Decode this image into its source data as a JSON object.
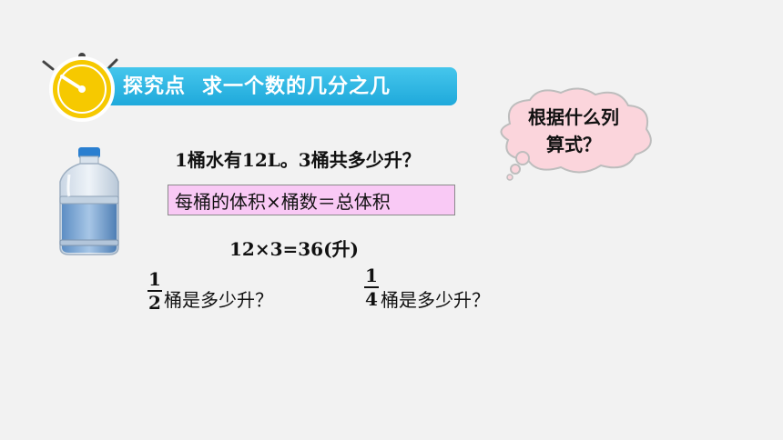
{
  "header": {
    "title_part1": "探究点",
    "title_part2": "求一个数的几分之几"
  },
  "bubble": {
    "line1": "根据什么列",
    "line2": "算式？"
  },
  "problem": {
    "question": "1桶水有12L。3桶共多少升？",
    "formula": "每桶的体积×桶数＝总体积",
    "calculation": "12×3=36(升)"
  },
  "subquestions": [
    {
      "numerator": "1",
      "denominator": "2",
      "text": "桶是多少升？"
    },
    {
      "numerator": "1",
      "denominator": "4",
      "text": "桶是多少升？"
    }
  ],
  "icons": [
    "alarm-clock-icon",
    "water-bottle-icon",
    "thought-bubble-icon"
  ],
  "colors": {
    "banner": "#29b6e4",
    "formula_box": "#f9c9f5",
    "bubble": "#fbd5dc",
    "clock": "#f5c800"
  }
}
